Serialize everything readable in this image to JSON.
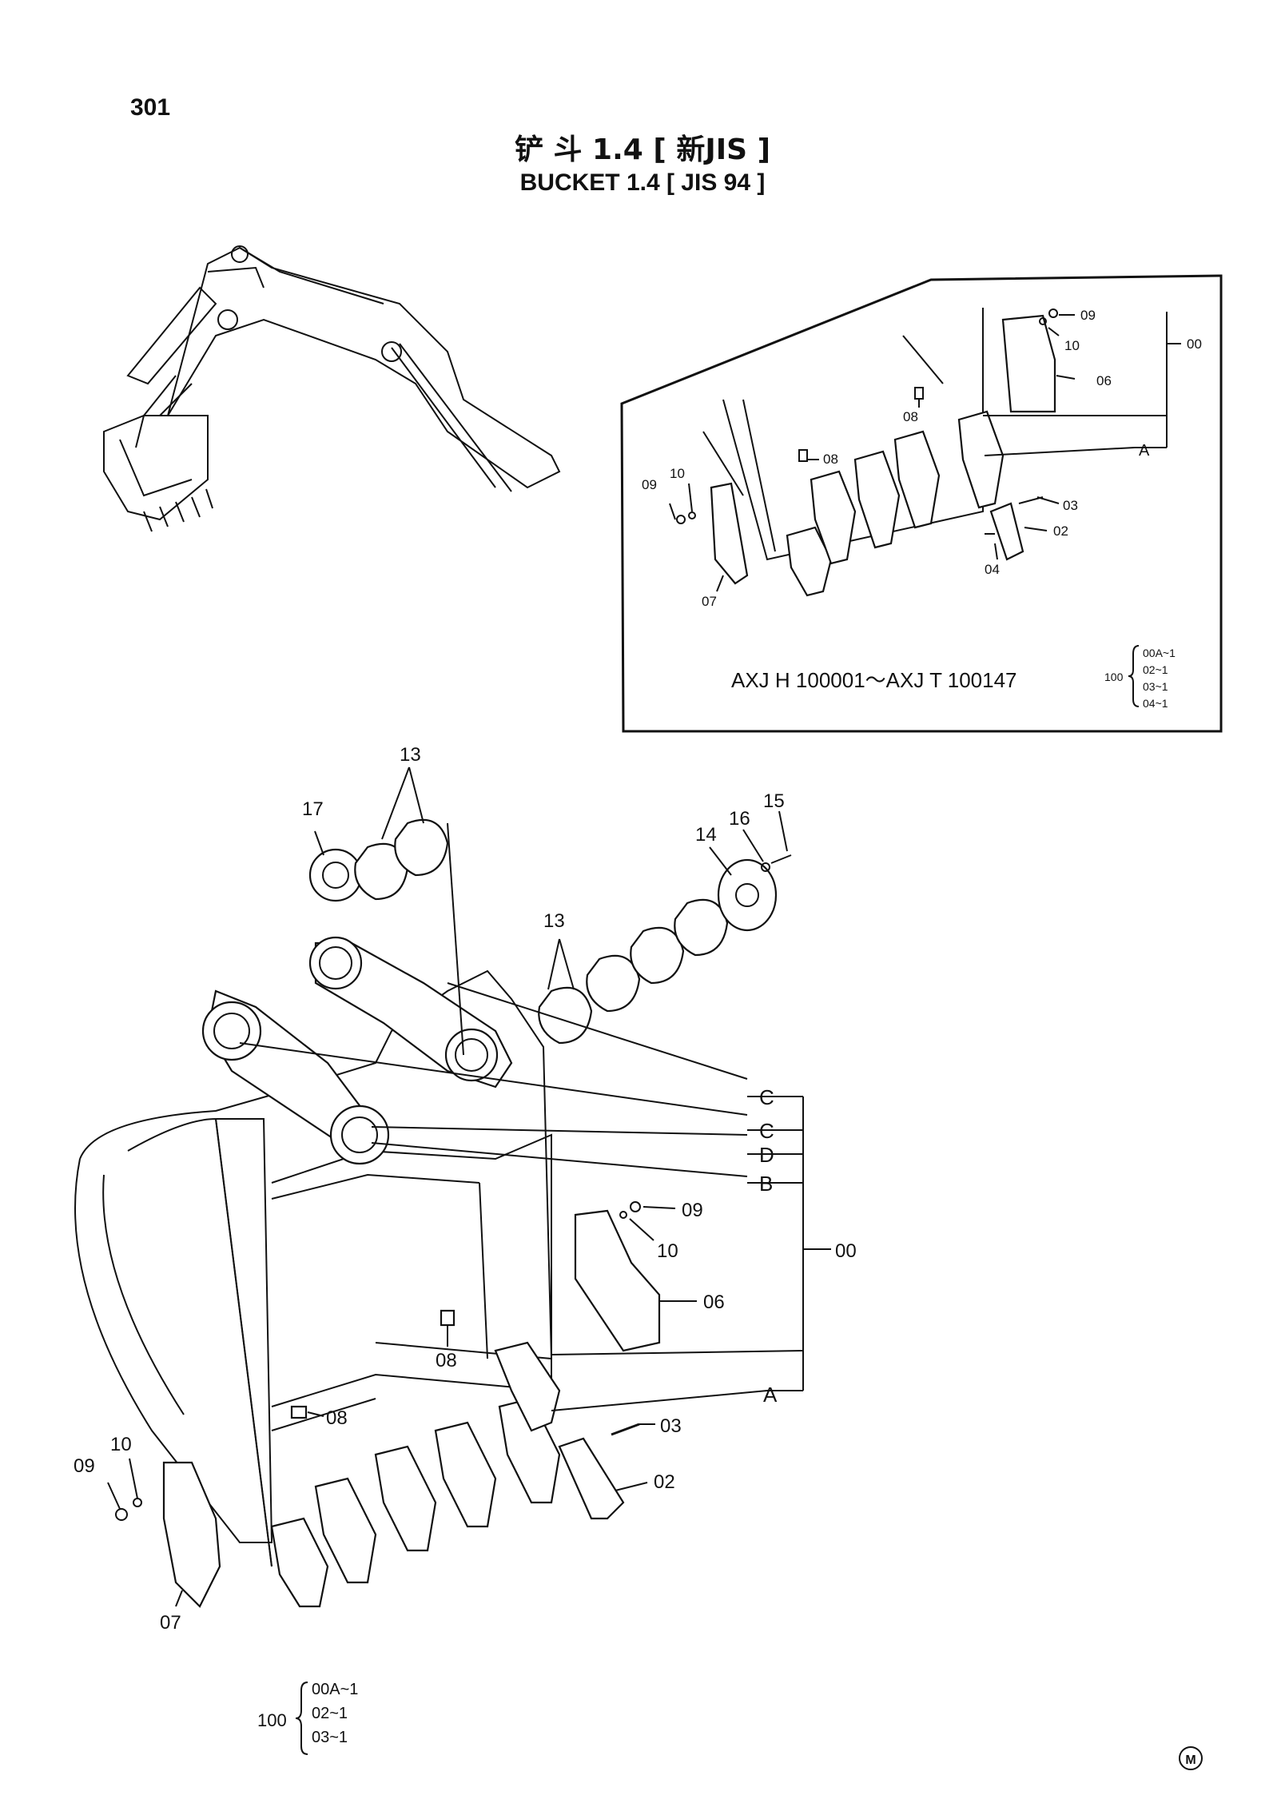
{
  "page_number": "301",
  "title_cn": "铲 斗 1.4 [ 新JIS ]",
  "title_en": "BUCKET  1.4 [ JIS 94 ]",
  "inset": {
    "serial_range": "AXJ H 100001～AXJ T 100147",
    "kit_qty": "100",
    "kit_items": [
      "00A~1",
      "02~1",
      "03~1",
      "04~1"
    ],
    "labels": {
      "p00": "00",
      "p02": "02",
      "p03": "03",
      "p04": "04",
      "p06": "06",
      "p07": "07",
      "p08a": "08",
      "p08b": "08",
      "p09a": "09",
      "p09b": "09",
      "p10a": "10",
      "p10b": "10",
      "ref_a": "A"
    }
  },
  "main": {
    "labels": {
      "p00": "00",
      "p02": "02",
      "p03": "03",
      "p06": "06",
      "p07": "07",
      "p08a": "08",
      "p08b": "08",
      "p09a": "09",
      "p09b": "09",
      "p10a": "10",
      "p10b": "10",
      "p13a": "13",
      "p13b": "13",
      "p14": "14",
      "p15": "15",
      "p16": "16",
      "p17": "17",
      "ref_c1": "C",
      "ref_c2": "C",
      "ref_d": "D",
      "ref_b": "B",
      "ref_a": "A"
    },
    "kit_qty": "100",
    "kit_items": [
      "00A~1",
      "02~1",
      "03~1"
    ]
  },
  "corner_mark": "M"
}
